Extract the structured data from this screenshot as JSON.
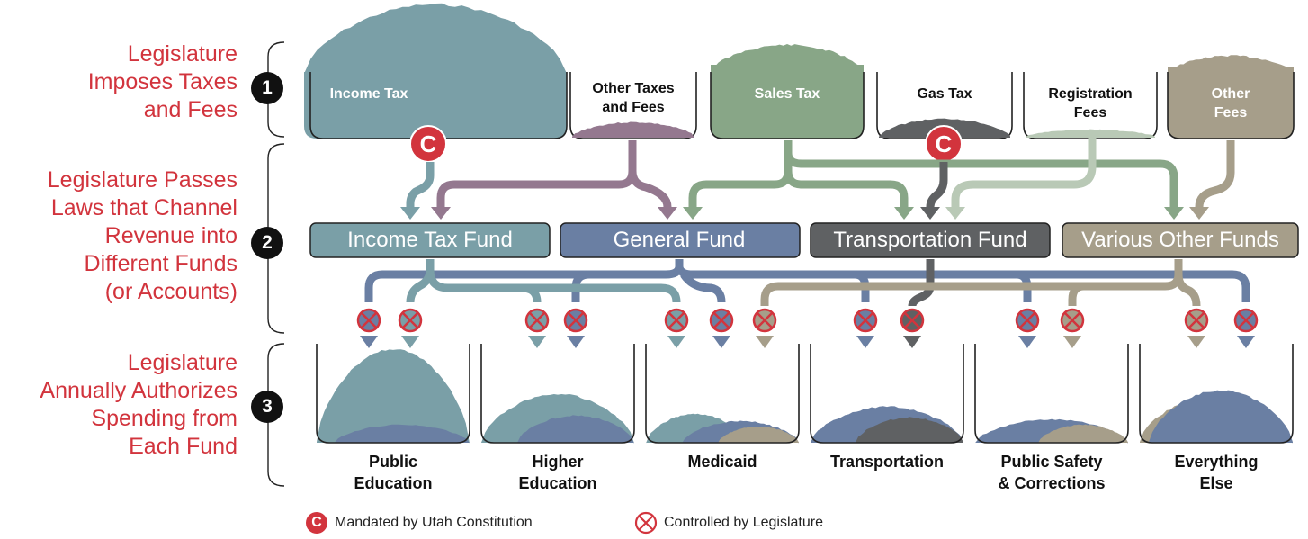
{
  "stages": [
    {
      "num": "1",
      "title_lines": [
        "Legislature",
        "Imposes Taxes",
        "and Fees"
      ]
    },
    {
      "num": "2",
      "title_lines": [
        "Legislature Passes",
        "Laws that Channel",
        "Revenue into",
        "Different Funds",
        "(or Accounts)"
      ]
    },
    {
      "num": "3",
      "title_lines": [
        "Legislature",
        "Annually Authorizes",
        "Spending from",
        "Each Fund"
      ]
    }
  ],
  "sources": [
    {
      "lines": [
        "Income Tax"
      ],
      "color": "#7a9fa7",
      "constitutional": true
    },
    {
      "lines": [
        "Other Taxes",
        "and Fees"
      ],
      "color": "#94788f",
      "constitutional": false
    },
    {
      "lines": [
        "Sales Tax"
      ],
      "color": "#88a687",
      "constitutional": false
    },
    {
      "lines": [
        "Gas Tax"
      ],
      "color": "#5f6163",
      "constitutional": true
    },
    {
      "lines": [
        "Registration",
        "Fees"
      ],
      "color": "#b9c9b6",
      "constitutional": false
    },
    {
      "lines": [
        "Other",
        "Fees"
      ],
      "color": "#a69e8a",
      "constitutional": false
    }
  ],
  "funds": [
    {
      "label": "Income Tax  Fund",
      "color": "#7a9fa7"
    },
    {
      "label": "General Fund",
      "color": "#6a7fa3"
    },
    {
      "label": "Transportation Fund",
      "color": "#5f6163"
    },
    {
      "label": "Various Other Funds",
      "color": "#a69e8a"
    }
  ],
  "spending": [
    {
      "lines": [
        "Public",
        "Education"
      ]
    },
    {
      "lines": [
        "Higher",
        "Education"
      ]
    },
    {
      "lines": [
        "Medicaid"
      ]
    },
    {
      "lines": [
        "Transportation"
      ]
    },
    {
      "lines": [
        "Public Safety",
        "& Corrections"
      ]
    },
    {
      "lines": [
        "Everything",
        "Else"
      ]
    }
  ],
  "badge_letter": "C",
  "legend": {
    "constitution": "Mandated by Utah Constitution",
    "legislature": "Controlled by Legislature"
  },
  "colors": {
    "accent_red": "#d2343d",
    "income": "#7a9fa7",
    "other_taxes": "#94788f",
    "sales": "#88a687",
    "gas": "#5f6163",
    "registration": "#b9c9b6",
    "other_fees": "#a69e8a",
    "general": "#6a7fa3"
  }
}
